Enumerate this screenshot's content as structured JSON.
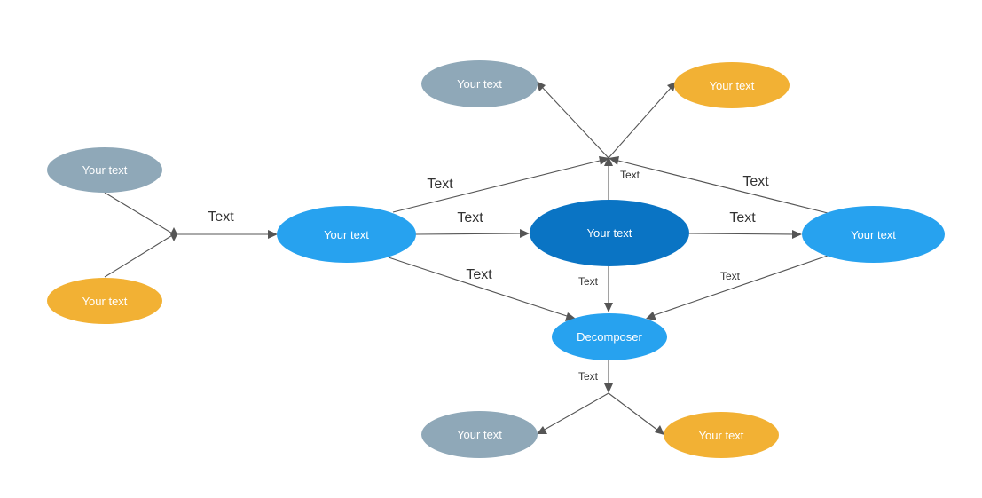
{
  "colors": {
    "gray": "#8fa8b8",
    "orange": "#f2b134",
    "blue": "#27a2ef",
    "dark_blue": "#0a74c4",
    "line": "#555555"
  },
  "nodes": {
    "left_top": "Your text",
    "left_bottom": "Your text",
    "input": "Your text",
    "center": "Your text",
    "right": "Your text",
    "top_left": "Your text",
    "top_right": "Your text",
    "decomposer": "Decomposer",
    "bottom_left": "Your text",
    "bottom_right": "Your text"
  },
  "edge_labels": {
    "merge_to_input": "Text",
    "input_to_top": "Text",
    "input_to_center": "Text",
    "input_to_decomposer": "Text",
    "center_to_top": "Text",
    "center_to_decomposer": "Text",
    "center_to_right": "Text",
    "right_to_top": "Text",
    "right_to_decomposer": "Text",
    "decomposer_to_split": "Text"
  }
}
